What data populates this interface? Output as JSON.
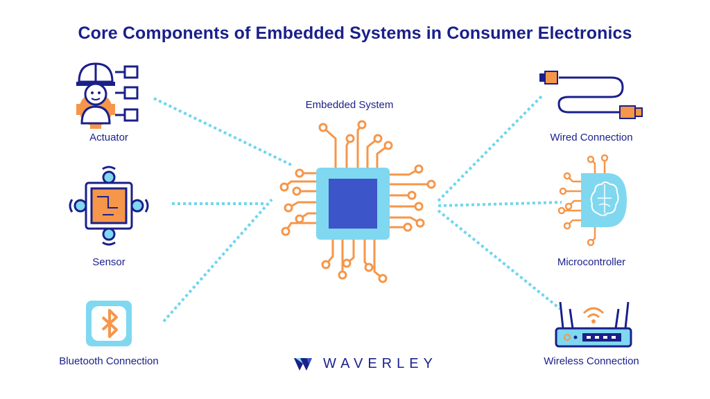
{
  "title": "Core Components of Embedded Systems in Consumer Electronics",
  "center": {
    "label": "Embedded System",
    "icon": "microchip-icon"
  },
  "components": {
    "actuator": {
      "label": "Actuator",
      "icon": "worker-gear-icon"
    },
    "sensor": {
      "label": "Sensor",
      "icon": "sensor-chip-icon"
    },
    "bluetooth": {
      "label": "Bluetooth Connection",
      "icon": "bluetooth-icon"
    },
    "wired": {
      "label": "Wired Connection",
      "icon": "cable-icon"
    },
    "microcontroller": {
      "label": "Microcontroller",
      "icon": "brain-chip-icon"
    },
    "wireless": {
      "label": "Wireless Connection",
      "icon": "router-icon"
    }
  },
  "brand": {
    "name": "WAVERLEY",
    "icon": "waverley-logo-icon"
  },
  "colors": {
    "navy": "#1a1f8a",
    "orange": "#f5964a",
    "light_blue": "#7fd8ef",
    "cyan_dots": "#6fd6ee",
    "chip_core": "#3c55c8"
  }
}
